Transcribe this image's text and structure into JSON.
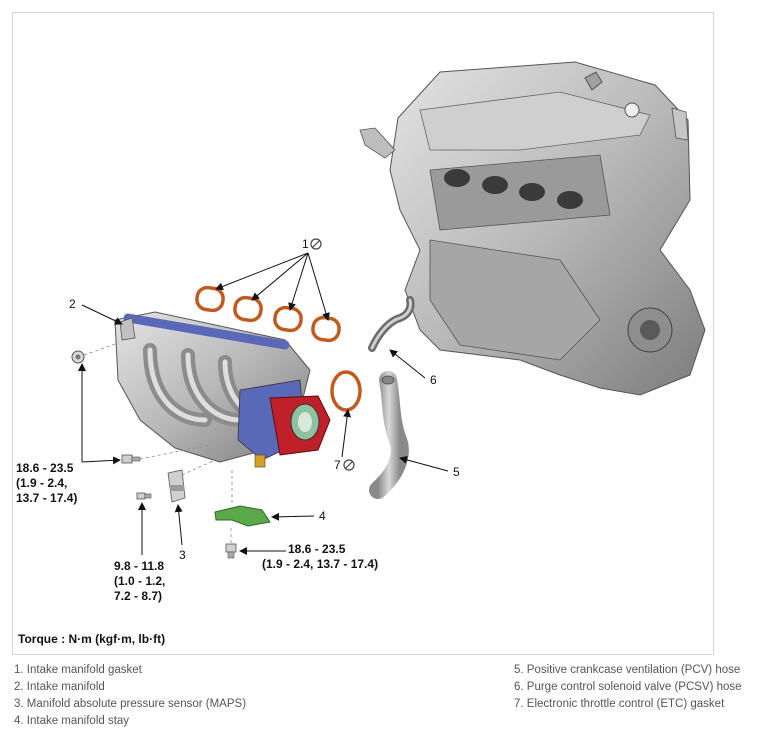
{
  "callouts": {
    "c1": "1",
    "c2": "2",
    "c3": "3",
    "c4": "4",
    "c5": "5",
    "c6": "6",
    "c7": "7"
  },
  "torques": {
    "t_manifold_nut": [
      "18.6 - 23.5",
      "(1.9 - 2.4,",
      "13.7 - 17.4)"
    ],
    "t_sensor_bolt": [
      "9.8 - 11.8",
      "(1.0 - 1.2,",
      "7.2 - 8.7)"
    ],
    "t_stay_bolt": [
      "18.6 - 23.5",
      "(1.9 - 2.4, 13.7 - 17.4)"
    ]
  },
  "torque_units": "Torque : N·m (kgf·m, lb·ft)",
  "legend_left": [
    "1. Intake manifold gasket",
    "2. Intake manifold",
    "3. Manifold absolute pressure sensor (MAPS)",
    "4. Intake manifold stay"
  ],
  "legend_right": [
    "5. Positive crankcase ventilation (PCV) hose",
    "6. Purge control solenoid valve (PCSV) hose",
    "7. Electronic throttle control (ETC) gasket"
  ],
  "icons": [
    "no-reuse-icon"
  ],
  "colors": {
    "gasket": "#c05a20",
    "throttle_body": "#c0202a",
    "manifold_stay": "#5aa84a",
    "manifold_runner": "#5a68b8",
    "engine_gray": "#b0b0b0"
  }
}
